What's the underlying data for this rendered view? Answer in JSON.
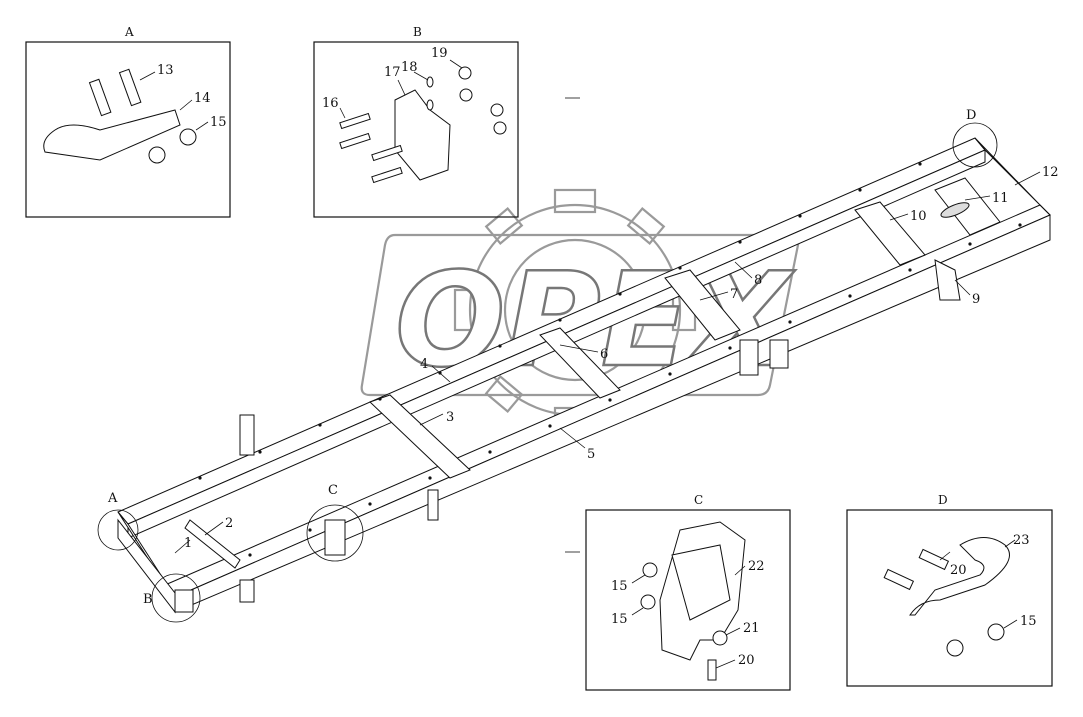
{
  "watermark": {
    "text": "OPEX"
  },
  "insets": [
    {
      "id": "A",
      "title": "A",
      "callouts": [
        "13",
        "14",
        "15"
      ]
    },
    {
      "id": "B",
      "title": "B",
      "callouts": [
        "16",
        "17",
        "18",
        "19"
      ]
    },
    {
      "id": "C",
      "title": "C",
      "callouts": [
        "15",
        "15",
        "20",
        "21",
        "22"
      ]
    },
    {
      "id": "D",
      "title": "D",
      "callouts": [
        "20",
        "23",
        "15"
      ]
    }
  ],
  "main_callouts": [
    "1",
    "2",
    "3",
    "4",
    "5",
    "6",
    "7",
    "8",
    "9",
    "10",
    "11",
    "12"
  ],
  "detail_markers": [
    "A",
    "B",
    "C",
    "D"
  ]
}
